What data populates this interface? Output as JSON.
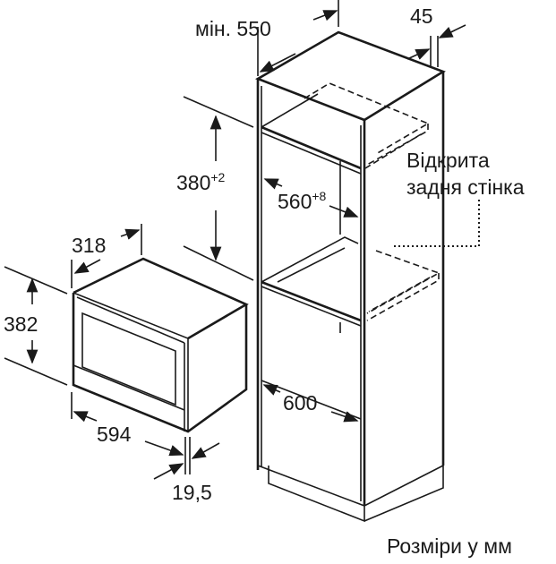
{
  "dimensions": {
    "cabinet_depth": "мін. 550",
    "side_panel": "45",
    "niche_height": "380",
    "niche_height_tol": "+2",
    "niche_width": "560",
    "niche_width_tol": "+8",
    "cabinet_width": "600",
    "appliance_depth": "318",
    "appliance_height": "382",
    "appliance_width": "594",
    "front_thickness": "19,5"
  },
  "annotations": {
    "open_back_line1": "Відкрита",
    "open_back_line2": "задня стінка"
  },
  "footer": {
    "units_note": "Розміри у мм"
  }
}
